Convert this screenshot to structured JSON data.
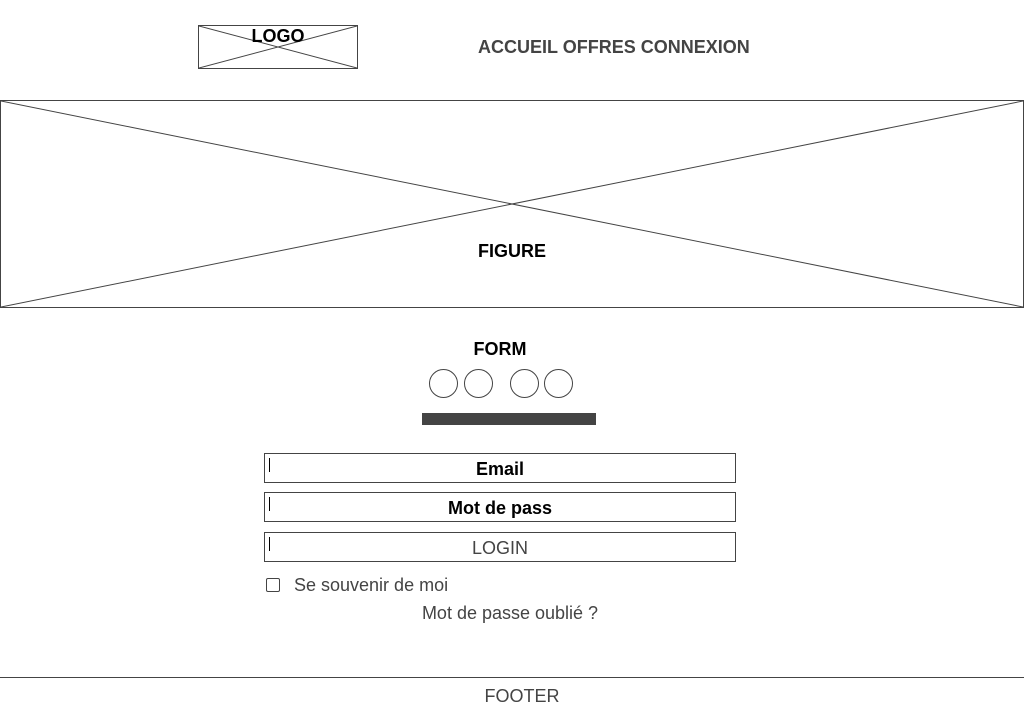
{
  "header": {
    "logo_label": "LOGO",
    "nav": {
      "home": "ACCUEIL",
      "offers": "OFFRES",
      "login": "CONNEXION"
    }
  },
  "hero": {
    "figure_label": "FIGURE"
  },
  "form": {
    "title": "FORM",
    "email_label": "Email",
    "password_label": "Mot de pass",
    "login_button": "LOGIN",
    "remember_me": "Se souvenir de moi",
    "forgot_password": "Mot de passe oublié ?"
  },
  "footer": {
    "label": "FOOTER"
  },
  "colors": {
    "stroke": "#444444",
    "text": "#000000",
    "muted_text": "#444444",
    "background": "#ffffff"
  },
  "icons": [
    "image-placeholder-icon",
    "checkbox-icon",
    "circle-icon"
  ]
}
